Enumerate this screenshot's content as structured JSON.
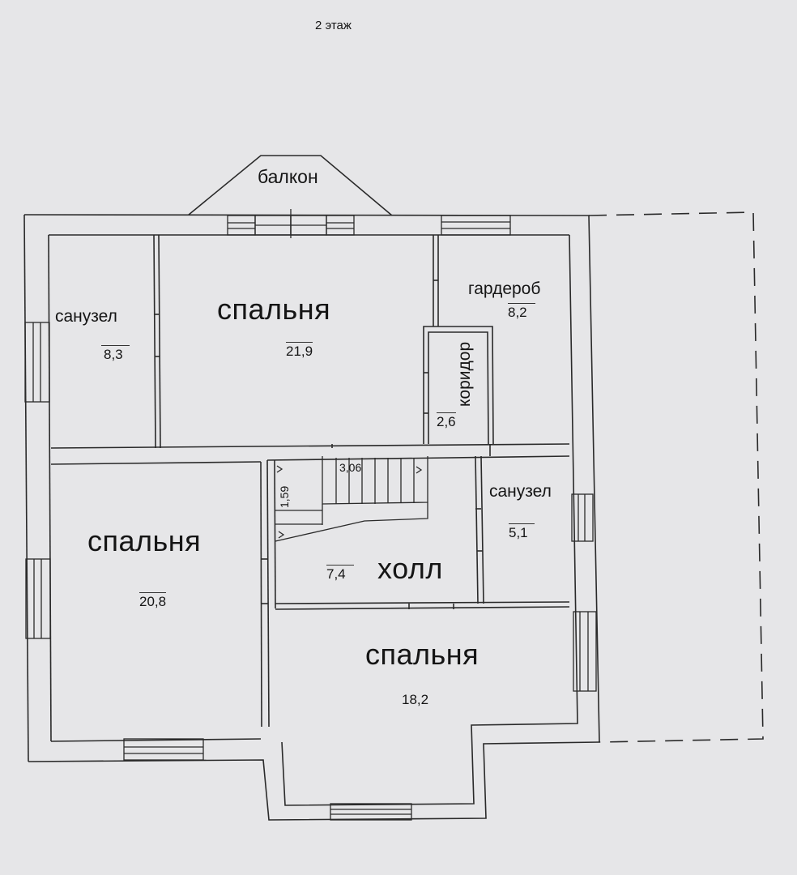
{
  "floor_title": "2 этаж",
  "balcony": {
    "label": "балкон"
  },
  "rooms": [
    {
      "id": "bathroom-1",
      "name": "санузел",
      "area": "8,3"
    },
    {
      "id": "bedroom-1",
      "name": "спальня",
      "area": "21,9"
    },
    {
      "id": "wardrobe",
      "name": "гардероб",
      "area": "8,2"
    },
    {
      "id": "corridor",
      "name": "коридор",
      "area": "2,6"
    },
    {
      "id": "bedroom-2",
      "name": "спальня",
      "area": "20,8"
    },
    {
      "id": "hall",
      "name": "холл",
      "area": "7,4"
    },
    {
      "id": "bathroom-2",
      "name": "санузел",
      "area": "5,1"
    },
    {
      "id": "bedroom-3",
      "name": "спальня",
      "area": "18,2"
    }
  ],
  "stairs": {
    "length_dim": "3,06",
    "width_dim": "1,59"
  },
  "colors": {
    "paper": "#e6e6e8",
    "line": "#2a2a2a"
  }
}
